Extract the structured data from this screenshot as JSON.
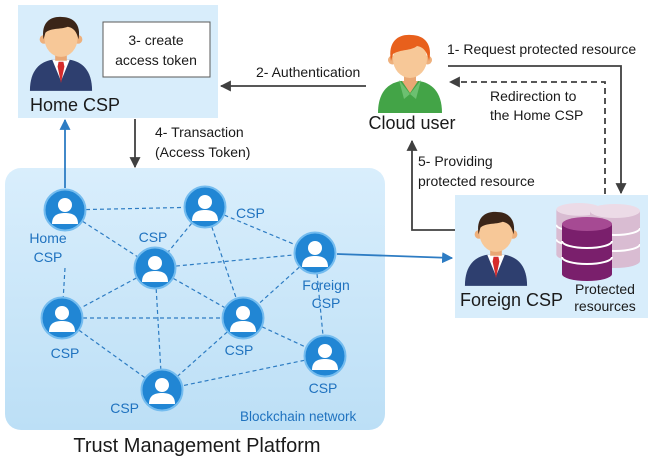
{
  "home_csp": {
    "title": "Home CSP",
    "token_note": [
      "3- create",
      "access token"
    ]
  },
  "cloud_user": {
    "title": "Cloud user"
  },
  "foreign_csp": {
    "title": "Foreign CSP",
    "resources_label": [
      "Protected",
      "resources"
    ]
  },
  "steps": {
    "request": "1- Request protected resource",
    "authentication": "2- Authentication",
    "redirection": [
      "Redirection to",
      "the Home CSP"
    ],
    "transaction": [
      "4- Transaction",
      "(Access Token)"
    ],
    "providing": [
      "5- Providing",
      "protected resource"
    ]
  },
  "network": {
    "title": "Blockchain network",
    "nodes": [
      {
        "lines": [
          "Home",
          "CSP"
        ]
      },
      {
        "lines": [
          "CSP"
        ]
      },
      {
        "lines": [
          "CSP"
        ]
      },
      {
        "lines": [
          "Foreign",
          "CSP"
        ]
      },
      {
        "lines": [
          "CSP"
        ]
      },
      {
        "lines": [
          "CSP"
        ]
      },
      {
        "lines": [
          "CSP"
        ]
      },
      {
        "lines": [
          "CSP"
        ]
      }
    ]
  },
  "platform_title": "Trust Management Platform",
  "icons": {
    "home_csp": "businessman-icon",
    "cloud_user": "user-icon",
    "foreign_csp": "businessman-icon",
    "resources": "database-icon",
    "network_node": "user-node-icon"
  },
  "colors": {
    "panel": "#d8edfb",
    "network_top": "#d9eefc",
    "network_bottom": "#bcdff6",
    "node_text": "#1f72bf",
    "arrow": "#404040",
    "link_arrow": "#2d7cc3"
  }
}
